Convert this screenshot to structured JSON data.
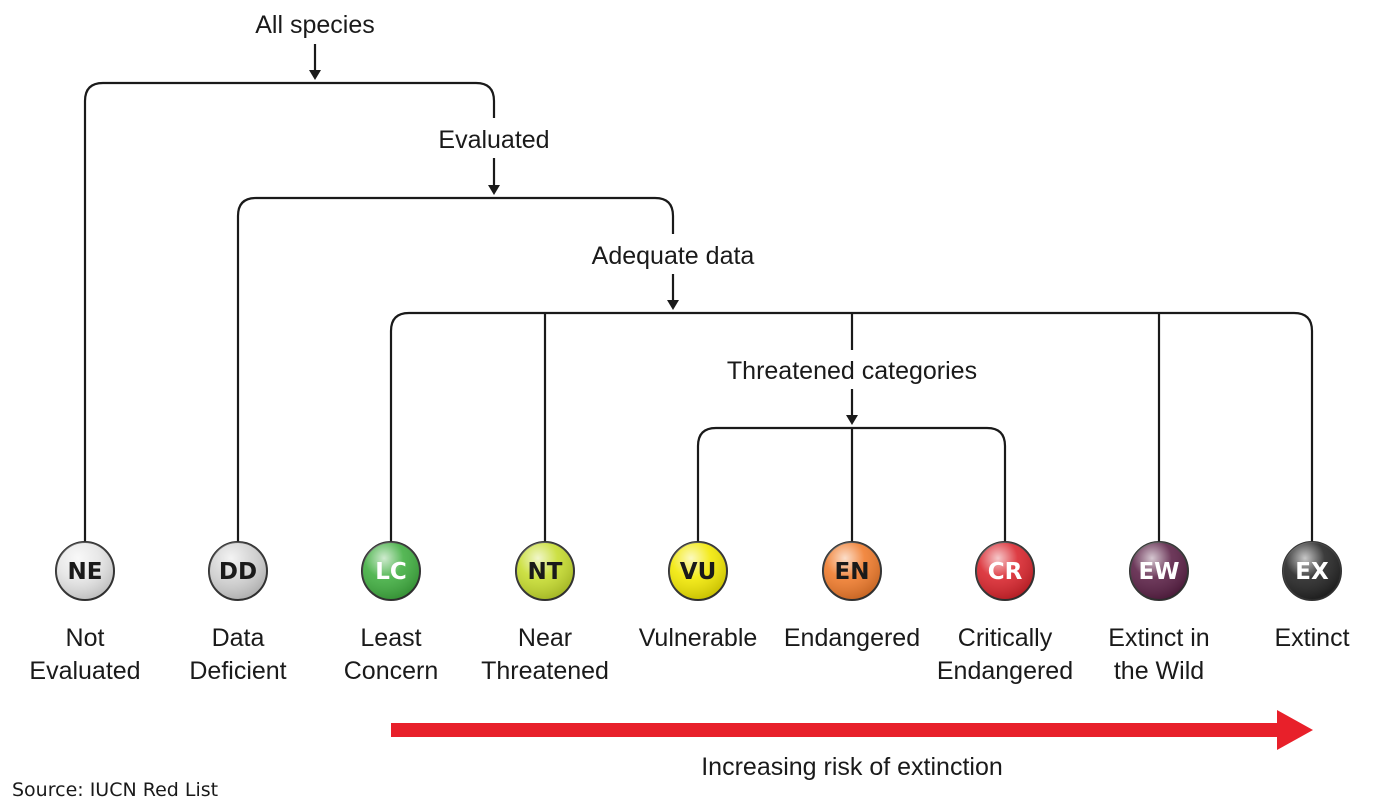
{
  "tree": {
    "root_label": "All species",
    "evaluated_label": "Evaluated",
    "adequate_label": "Adequate data",
    "threatened_label": "Threatened categories"
  },
  "categories": [
    {
      "code": "NE",
      "name_line1": "Not",
      "name_line2": "Evaluated",
      "color": "#e6e6e6",
      "text_color": "#1a1a1a"
    },
    {
      "code": "DD",
      "name_line1": "Data",
      "name_line2": "Deficient",
      "color": "#d2d2d2",
      "text_color": "#1a1a1a"
    },
    {
      "code": "LC",
      "name_line1": "Least",
      "name_line2": "Concern",
      "color": "#3fae3f",
      "text_color": "#ffffff"
    },
    {
      "code": "NT",
      "name_line1": "Near",
      "name_line2": "Threatened",
      "color": "#c6dc2c",
      "text_color": "#1a1a1a"
    },
    {
      "code": "VU",
      "name_line1": "Vulnerable",
      "name_line2": "",
      "color": "#f2e800",
      "text_color": "#1a1a1a"
    },
    {
      "code": "EN",
      "name_line1": "Endangered",
      "name_line2": "",
      "color": "#f07a2a",
      "text_color": "#1a1a1a"
    },
    {
      "code": "CR",
      "name_line1": "Critically",
      "name_line2": "Endangered",
      "color": "#d9232b",
      "text_color": "#ffffff"
    },
    {
      "code": "EW",
      "name_line1": "Extinct in",
      "name_line2": "the Wild",
      "color": "#5a1f45",
      "text_color": "#ffffff"
    },
    {
      "code": "EX",
      "name_line1": "Extinct",
      "name_line2": "",
      "color": "#222222",
      "text_color": "#ffffff"
    }
  ],
  "risk_arrow": {
    "label": "Increasing risk of extinction",
    "color": "#e8202a"
  },
  "source": "Source: IUCN Red List"
}
